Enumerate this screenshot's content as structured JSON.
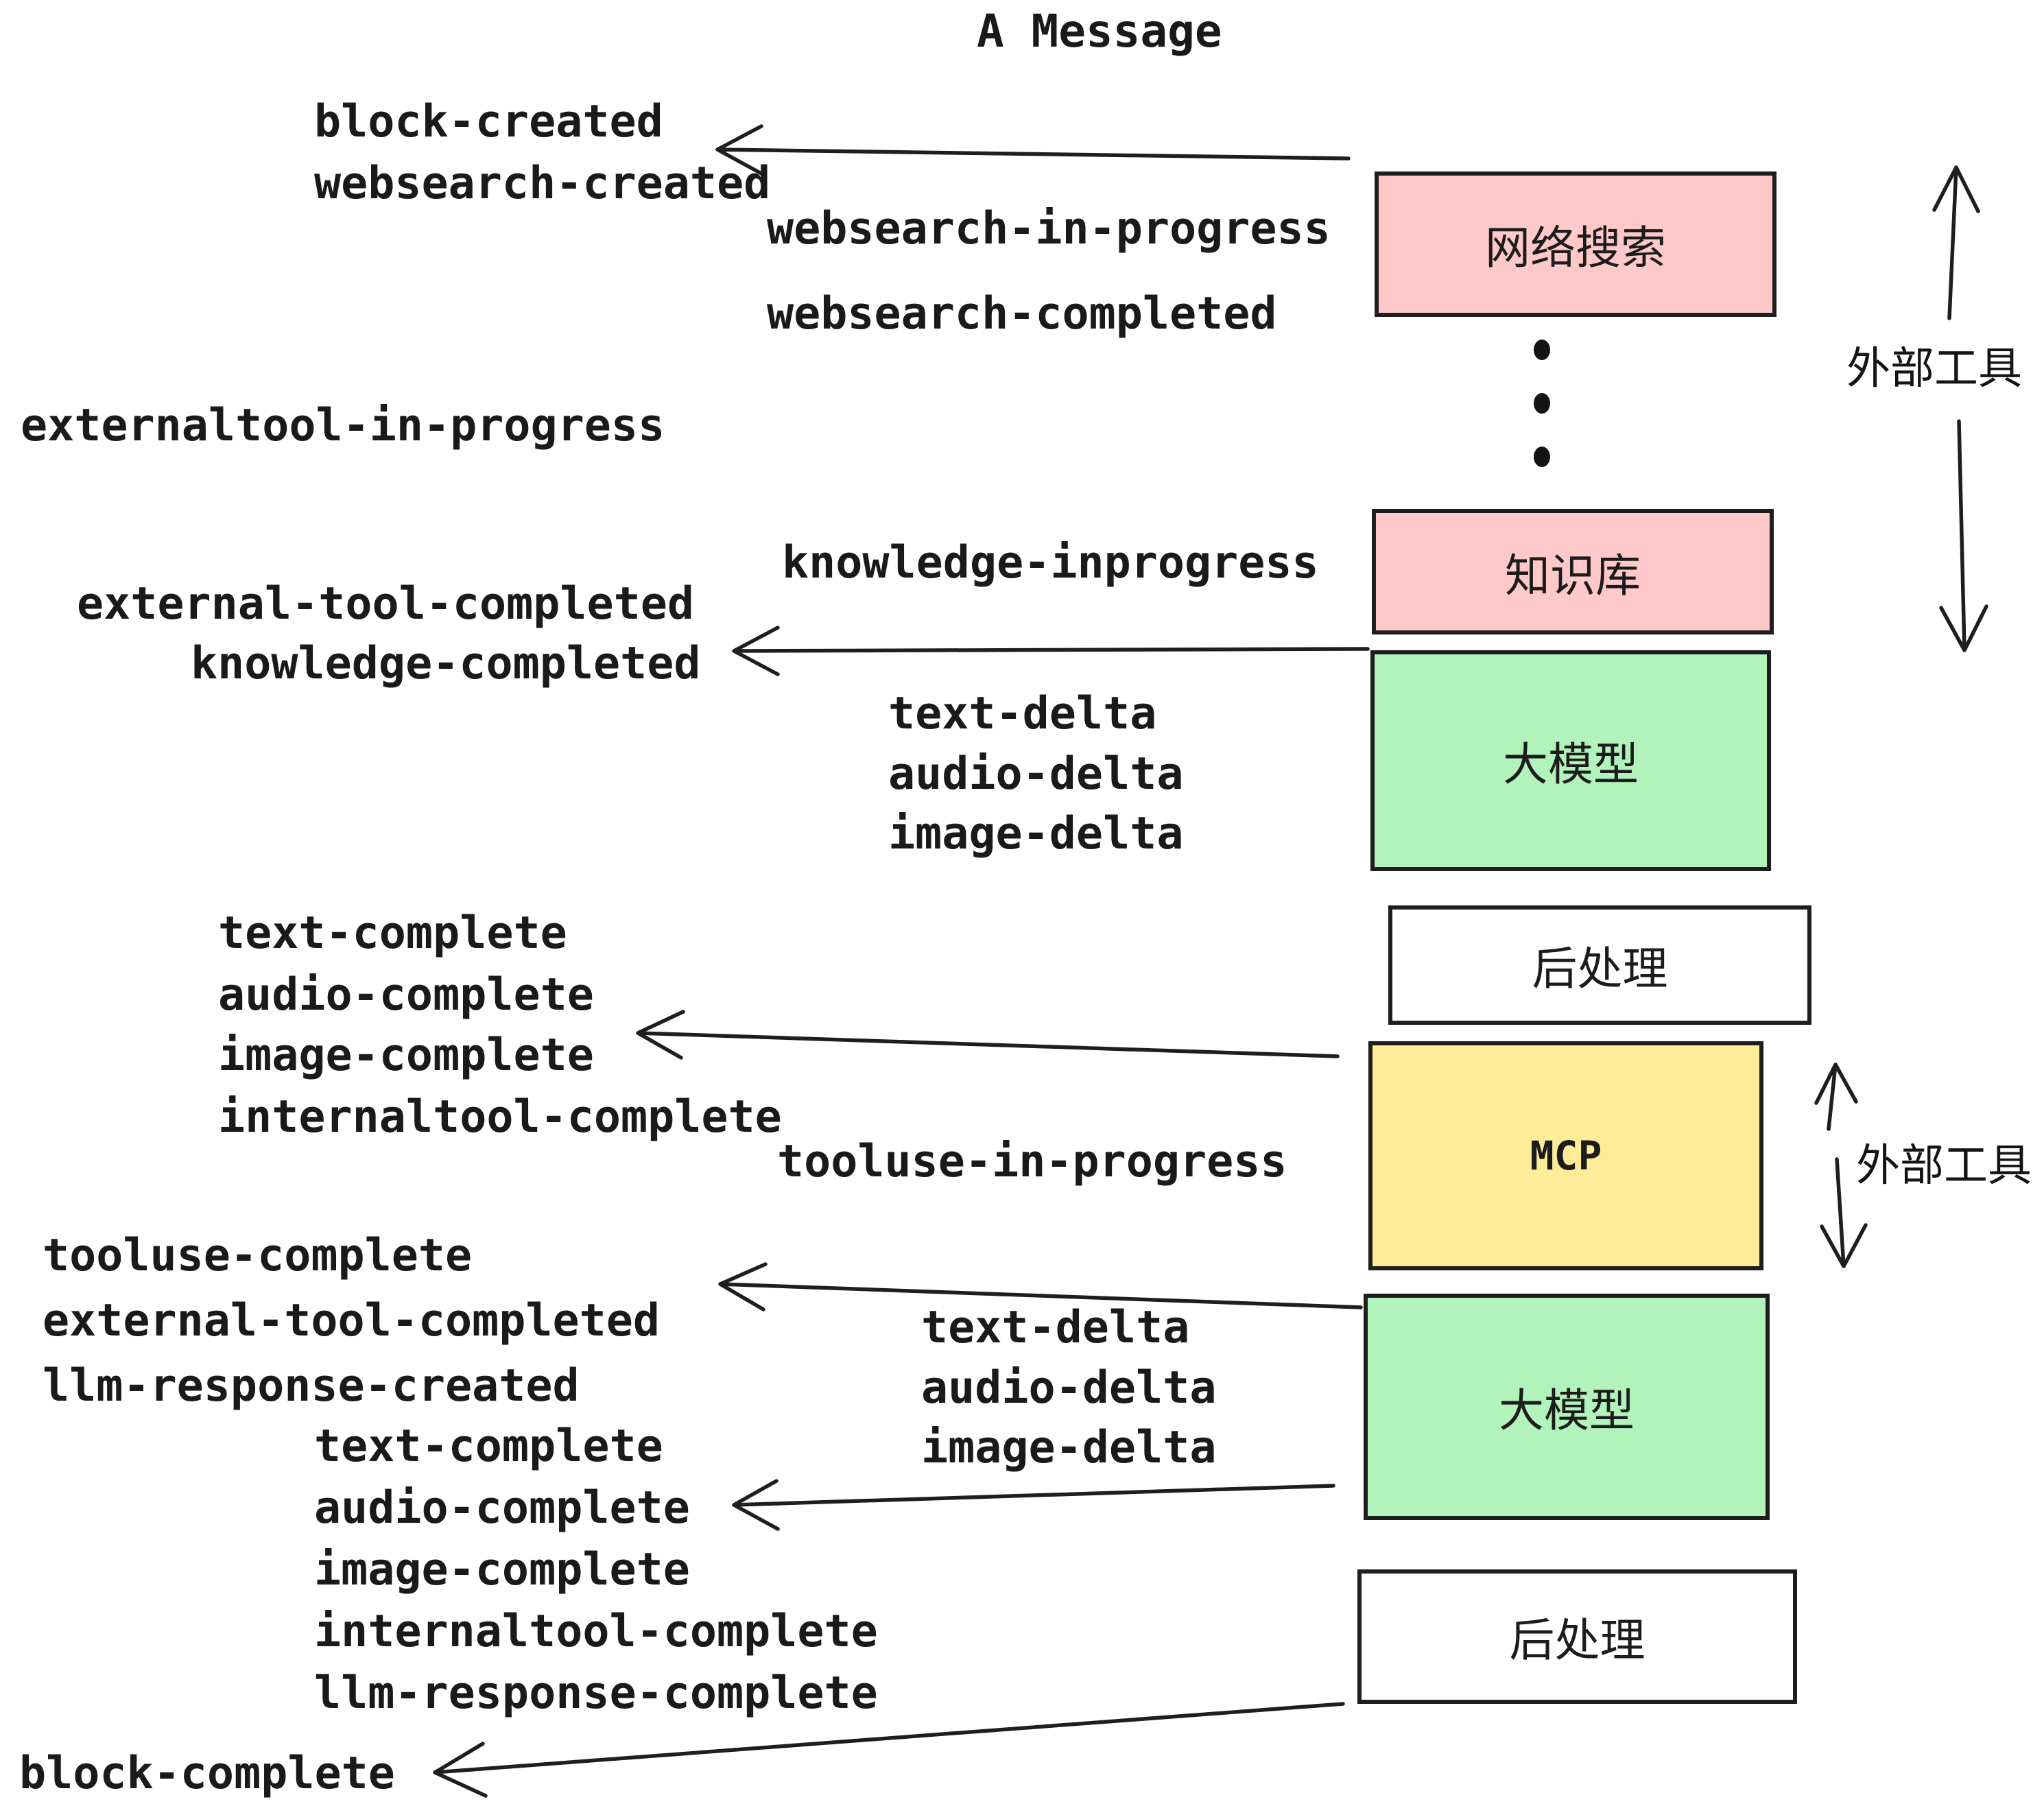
{
  "diagram": {
    "title": "A Message",
    "boxes": {
      "websearch": "网络搜索",
      "knowledge": "知识库",
      "llm_1": "大模型",
      "postprocess_1": "后处理",
      "mcp": "MCP",
      "llm_2": "大模型",
      "postprocess_2": "后处理"
    },
    "side_labels": {
      "external_tools_top": "外部工具",
      "external_tools_mcp": "外部工具"
    },
    "events": {
      "block_created": "block-created",
      "websearch_created": "websearch-created",
      "websearch_in_progress": "websearch-in-progress",
      "websearch_completed": "websearch-completed",
      "externaltool_in_progress": "externaltool-in-progress",
      "knowledge_inprogress": "knowledge-inprogress",
      "external_tool_completed_1": "external-tool-completed",
      "knowledge_completed": "knowledge-completed",
      "text_delta_1": "text-delta",
      "audio_delta_1": "audio-delta",
      "image_delta_1": "image-delta",
      "text_complete_1": "text-complete",
      "audio_complete_1": "audio-complete",
      "image_complete_1": "image-complete",
      "internaltool_complete_1": "internaltool-complete",
      "tooluse_in_progress": "tooluse-in-progress",
      "tooluse_complete": "tooluse-complete",
      "external_tool_completed_2": "external-tool-completed",
      "llm_response_created": "llm-response-created",
      "text_complete_2": "text-complete",
      "audio_complete_2": "audio-complete",
      "image_complete_2": "image-complete",
      "internaltool_complete_2": "internaltool-complete",
      "llm_response_complete": "llm-response-complete",
      "text_delta_2": "text-delta",
      "audio_delta_2": "audio-delta",
      "image_delta_2": "image-delta",
      "block_complete": "block-complete"
    },
    "icons": {
      "vertical_ellipsis": "vertical-ellipsis-icon (three dots)",
      "arrows": "hand-drawn open-chevron arrows"
    },
    "colors": {
      "external_tool_box": "#ffc9c9",
      "llm_box": "#b2f2bb",
      "mcp_box": "#ffec99",
      "postprocess_box": "#ffffff",
      "stroke": "#1e1e1e",
      "text": "#1a1a1a",
      "background": "#ffffff"
    }
  }
}
